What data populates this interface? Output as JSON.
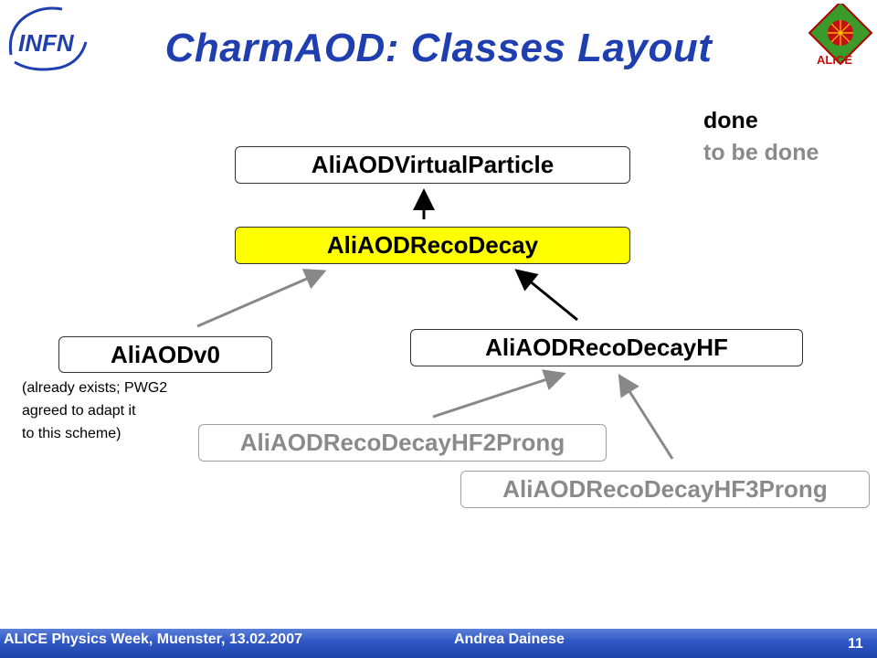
{
  "slide": {
    "title": "CharmAOD: Classes Layout",
    "logo_left_text": "INFN",
    "logo_right_text": "ALICE"
  },
  "legend": {
    "done_label": "done",
    "todo_label": "to be done",
    "done_color": "#000000",
    "todo_color": "#8a8a8a"
  },
  "classes": {
    "virtual_particle": "AliAODVirtualParticle",
    "reco_decay": "AliAODRecoDecay",
    "v0": "AliAODv0",
    "reco_decay_hf": "AliAODRecoDecayHF",
    "hf_2prong": "AliAODRecoDecayHF2Prong",
    "hf_3prong": "AliAODRecoDecayHF3Prong"
  },
  "v0_note": {
    "line1": "(already exists; PWG2",
    "line2": "agreed to adapt it",
    "line3": "to this scheme)"
  },
  "colors": {
    "title": "#1f3fb0",
    "highlight": "#ffff00",
    "footer": "#2f57c4"
  },
  "footer": {
    "event": "ALICE Physics Week, Muenster, 13.02.2007",
    "author": "Andrea Dainese",
    "page": "11"
  }
}
